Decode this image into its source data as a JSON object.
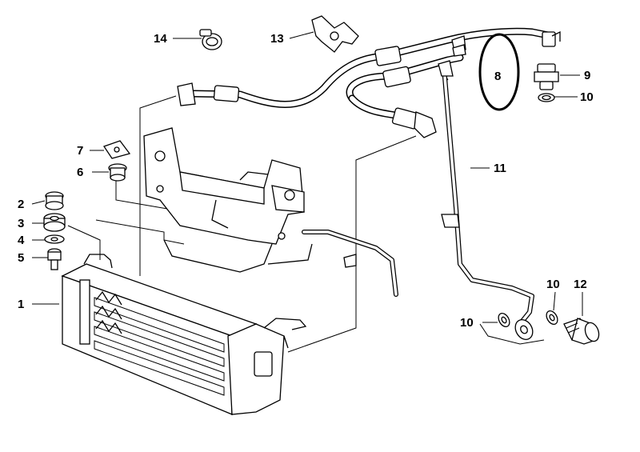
{
  "callouts": [
    {
      "id": "c1",
      "text": "1"
    },
    {
      "id": "c2",
      "text": "2"
    },
    {
      "id": "c3",
      "text": "3"
    },
    {
      "id": "c4",
      "text": "4"
    },
    {
      "id": "c5",
      "text": "5"
    },
    {
      "id": "c6",
      "text": "6"
    },
    {
      "id": "c7",
      "text": "7"
    },
    {
      "id": "c8",
      "text": "8"
    },
    {
      "id": "c9",
      "text": "9"
    },
    {
      "id": "c10a",
      "text": "10"
    },
    {
      "id": "c10b",
      "text": "10"
    },
    {
      "id": "c10c",
      "text": "10"
    },
    {
      "id": "c11",
      "text": "11"
    },
    {
      "id": "c12",
      "text": "12"
    },
    {
      "id": "c13",
      "text": "13"
    },
    {
      "id": "c14",
      "text": "14"
    }
  ]
}
